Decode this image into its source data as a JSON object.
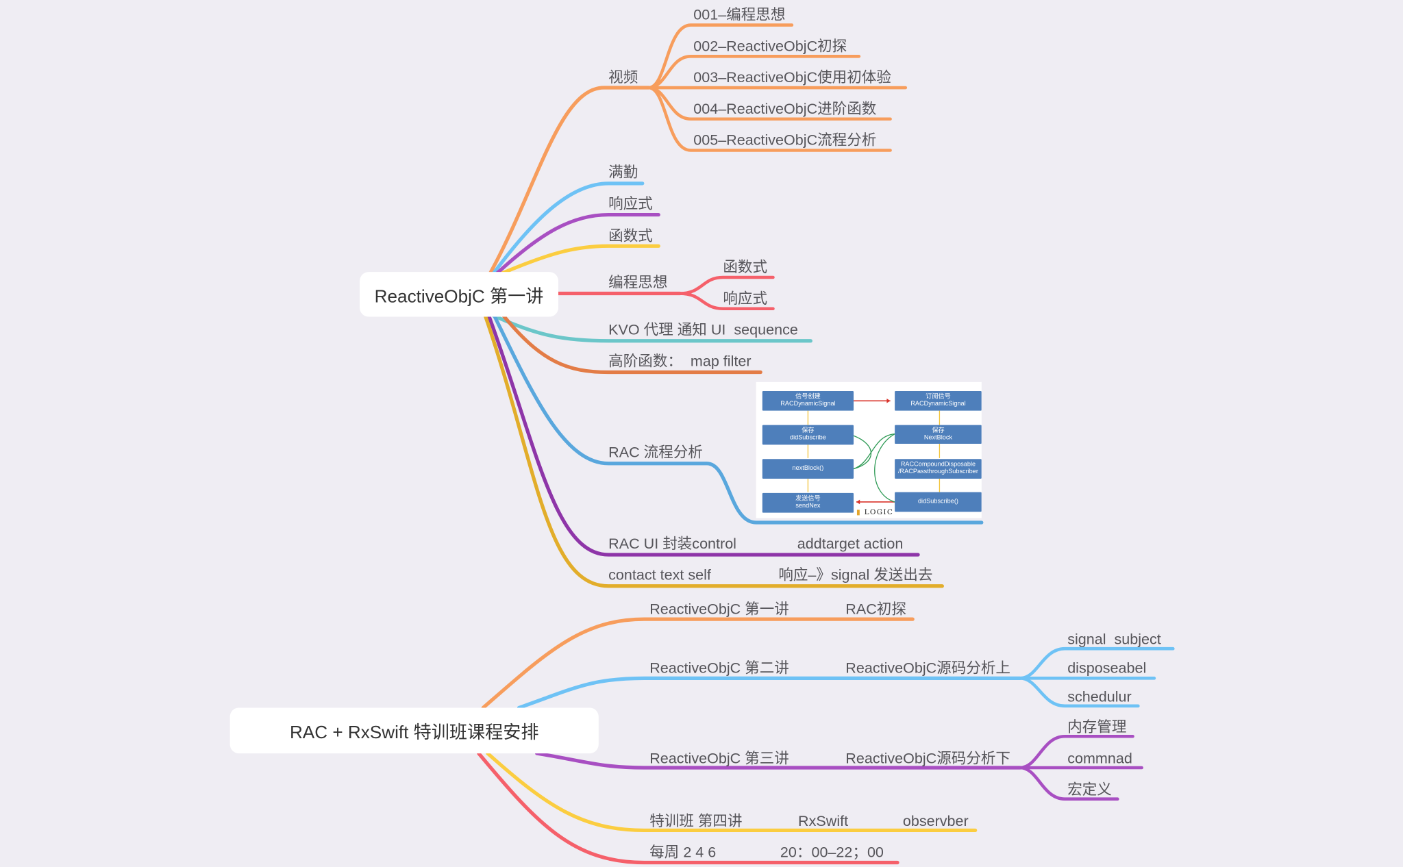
{
  "colors": {
    "background": "#efedf3",
    "orange": "#f79d5c",
    "blue": "#6ec2f5",
    "purple": "#a84fc2",
    "yellow": "#fbcd40",
    "red": "#f5606a",
    "teal": "#6bc6c9",
    "darkorange": "#e37c46",
    "steelblue": "#59a7dd",
    "darkpurple": "#8e35a8",
    "mustard": "#e2ad2a",
    "flowbox": "#4e7fbb"
  },
  "map1": {
    "root": "ReactiveObjC 第一讲",
    "video": {
      "label": "视频",
      "items": [
        "001–编程思想",
        "002–ReactiveObjC初探",
        "003–ReactiveObjC使用初体验",
        "004–ReactiveObjC进阶函数",
        "005–ReactiveObjC流程分析"
      ]
    },
    "full_attendance": "满勤",
    "reactive": "响应式",
    "functional": "函数式",
    "programming": {
      "label": "编程思想",
      "children": [
        "函数式",
        "响应式"
      ]
    },
    "kvo": "KVO 代理 通知 UI  sequence",
    "higher_order": "高阶函数：  map filter",
    "rac_flow": "RAC 流程分析",
    "rac_ui": {
      "label": "RAC UI 封装control",
      "detail": "addtarget action"
    },
    "contact": {
      "label": "contact text self",
      "detail": "响应–》signal 发送出去"
    }
  },
  "flow_image": {
    "left": [
      [
        "信号创建",
        "RACDynamicSignal"
      ],
      [
        "保存",
        "didSubscribe"
      ],
      [
        "nextBlock()"
      ],
      [
        "发送信号",
        "sendNex"
      ]
    ],
    "right": [
      [
        "订阅信号",
        "RACDynamicSignal"
      ],
      [
        "保存",
        "NextBlock"
      ],
      [
        "RACCompoundDisposable",
        "/RACPassthroughSubscriber"
      ],
      [
        "didSubscribe()"
      ]
    ],
    "logo": "LOGIC"
  },
  "map2": {
    "root": "RAC + RxSwift 特训班课程安排",
    "lecture1": {
      "label": "ReactiveObjC 第一讲",
      "topic": "RAC初探"
    },
    "lecture2": {
      "label": "ReactiveObjC 第二讲",
      "topic": "ReactiveObjC源码分析上",
      "items": [
        "signal  subject",
        "disposeabel",
        "schedulur"
      ]
    },
    "lecture3": {
      "label": "ReactiveObjC 第三讲",
      "topic": "ReactiveObjC源码分析下",
      "items": [
        "内存管理",
        "commnad",
        "宏定义"
      ]
    },
    "lecture4": {
      "label": "特训班 第四讲",
      "topic": "RxSwift",
      "extra": "observber"
    },
    "schedule": {
      "label": "每周 2 4 6",
      "time": "20：00–22；00"
    }
  }
}
